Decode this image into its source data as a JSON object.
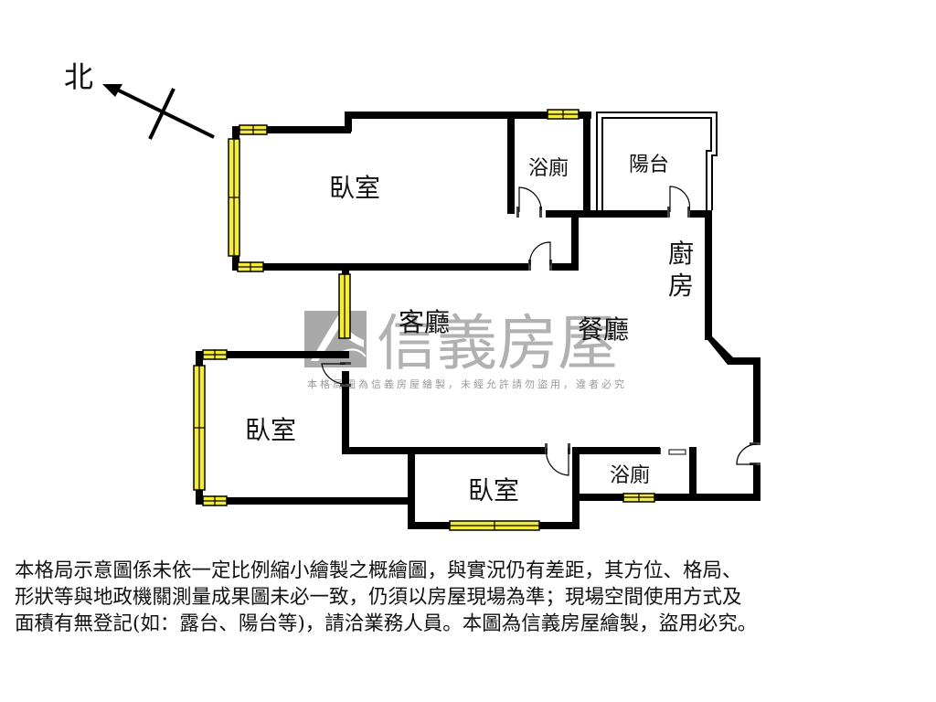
{
  "compass": {
    "label": "北",
    "direction": "north"
  },
  "rooms": {
    "bedroom_top": "臥室",
    "bath_top": "浴廁",
    "balcony": "陽台",
    "kitchen_line1": "廚",
    "kitchen_line2": "房",
    "living": "客廳",
    "dining": "餐廳",
    "bedroom_left": "臥室",
    "bedroom_bottom": "臥室",
    "bath_bottom": "浴廁"
  },
  "watermark": {
    "brand": "信義房屋",
    "notice": "本格局圖為信義房屋繪製，未經允許請勿盜用，違者必究",
    "logo_color": "#a9a9a9"
  },
  "colors": {
    "wall": "#000000",
    "window": "#f5ec3a"
  },
  "disclaimer": {
    "lines": [
      "本格局示意圖係未依一定比例縮小繪製之概繪圖，與實況仍有差距，其方位、格局、",
      "形狀等與地政機關測量成果圖未必一致，仍須以房屋現場為準；現場空間使用方式及",
      "面積有無登記(如：露台、陽台等)，請洽業務人員。本圖為信義房屋繪製，盜用必究。"
    ]
  }
}
